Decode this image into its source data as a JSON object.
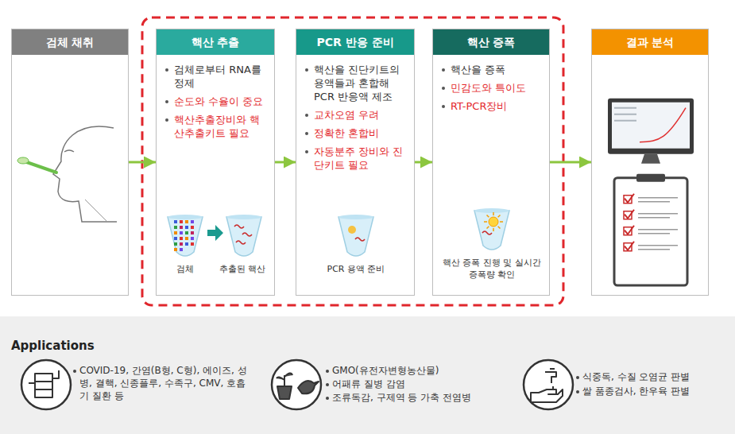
{
  "diagram": {
    "nodes": [
      {
        "text": [
          "검체 채취"
        ]
      },
      {
        "text": [
          "핵산 추출",
          "검체로부터 RNA를 정제",
          "순도와 수율이 중요",
          "핵산추출장비와 핵산추출키트 필요",
          "검체",
          "추출된 핵산"
        ]
      },
      {
        "text": [
          "PCR 반응 준비",
          "핵산을 진단키트의 용액들과 혼합해 PCR 반응액 제조",
          "교차오염 우려",
          "정확한 혼합비",
          "자동분주 장비와 진단키트 필요",
          "PCR 용액 준비"
        ]
      },
      {
        "text": [
          "핵산 증폭",
          "핵산을 증폭",
          "민감도와 특이도",
          "RT-PCR장비",
          "핵산 증폭 진행 및 실시간 증폭량 확인"
        ]
      },
      {
        "text": [
          "결과 분석"
        ]
      },
      {
        "text": [
          "Applications",
          "COVID-19, 간염(B형, C형), 에이즈, 성병, 결핵, 신종플루, 수족구, CMV, 호흡기 질환 등",
          "GMO(유전자변형농산물)",
          "어패류 질병 감염",
          "조류독감, 구제역 등 가축 전염병",
          "식중독, 수질 오염균 판별",
          "쌀 품종검사, 한우육 판별"
        ]
      }
    ],
    "edges": [
      {
        "from": 0,
        "to": 1,
        "arrow": "to"
      },
      {
        "from": 1,
        "to": 2,
        "arrow": "to"
      },
      {
        "from": 2,
        "to": 3,
        "arrow": "to"
      },
      {
        "from": 3,
        "to": 4,
        "arrow": "to"
      }
    ]
  }
}
